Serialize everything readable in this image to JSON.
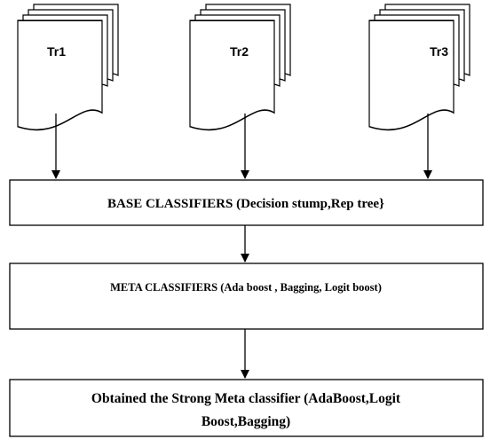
{
  "documents": [
    {
      "label": "Tr1"
    },
    {
      "label": "Tr2"
    },
    {
      "label": "Tr3"
    }
  ],
  "boxes": {
    "base": {
      "text": "BASE CLASSIFIERS (Decision stump,Rep tree}"
    },
    "meta": {
      "text": "META CLASSIFIERS (Ada boost , Bagging, Logit boost)"
    },
    "final": {
      "line1": "Obtained the Strong Meta classifier (AdaBoost,Logit",
      "line2": "Boost,Bagging)"
    }
  },
  "colors": {
    "stroke": "#000000",
    "fill": "#ffffff"
  }
}
